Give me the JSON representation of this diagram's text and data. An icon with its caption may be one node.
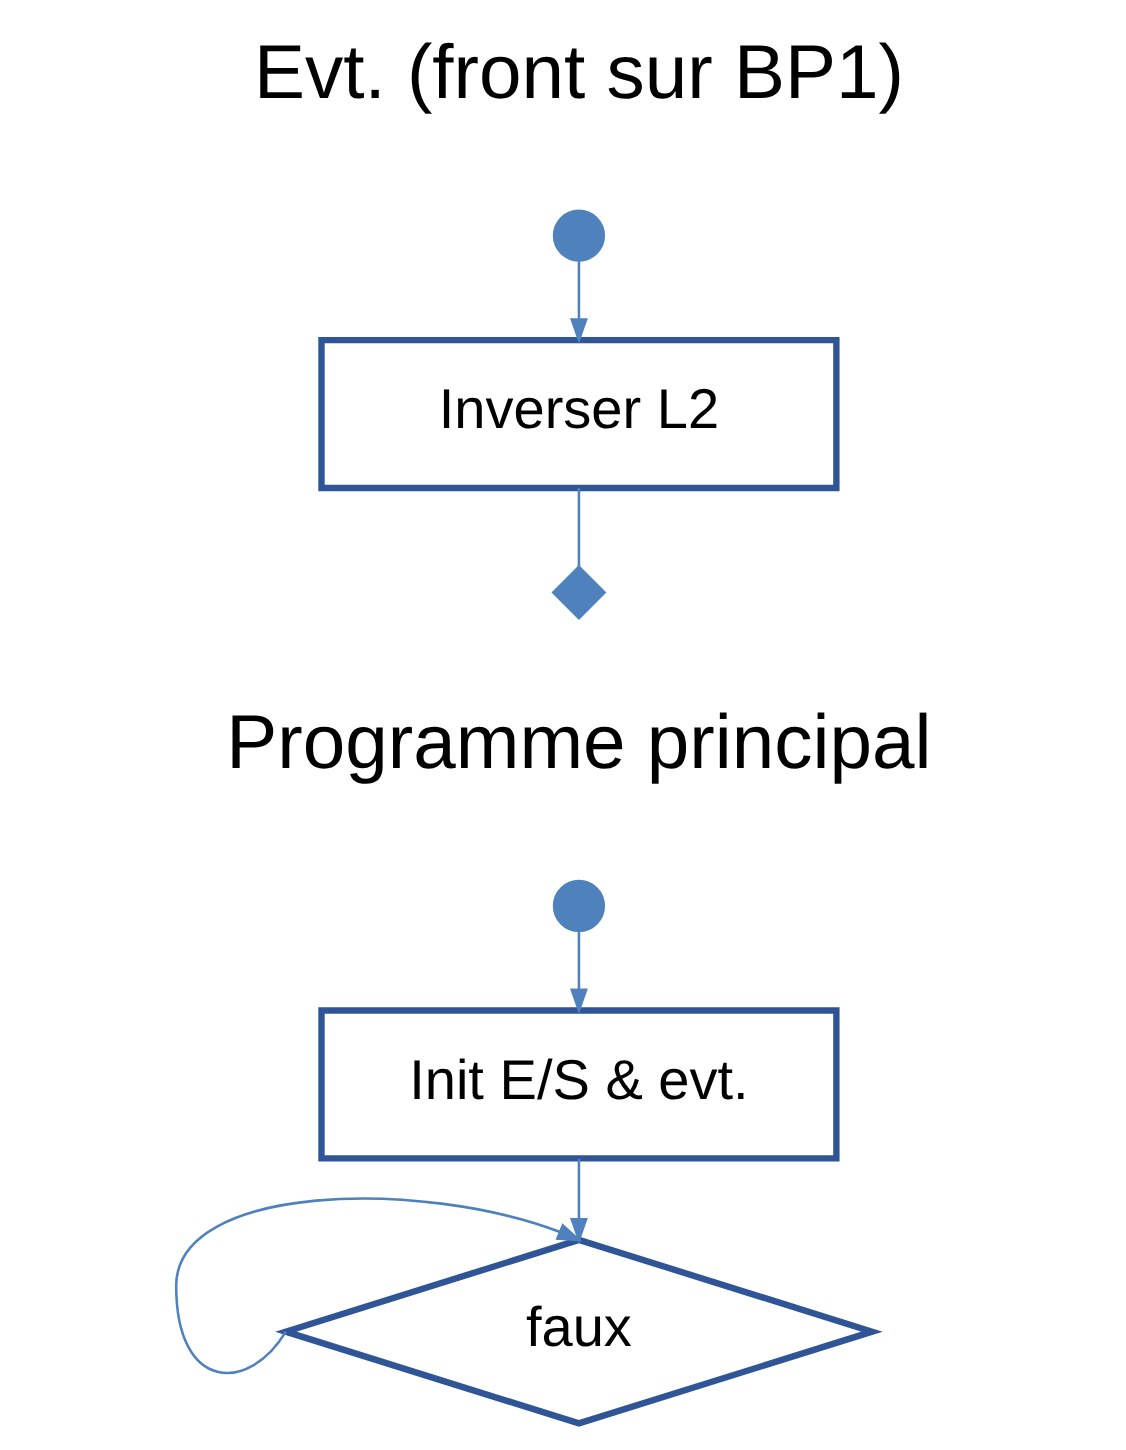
{
  "diagram": {
    "nodes": [
      {
        "text": [],
        "shape": "circle"
      },
      {
        "text": [
          "Inverser L2"
        ]
      },
      {
        "text": [],
        "shape": "diamond"
      },
      {
        "text": [],
        "shape": "circle"
      },
      {
        "text": [
          "Init E/S & evt."
        ]
      },
      {
        "text": [
          "faux"
        ]
      }
    ],
    "edges": [
      {
        "from": 0,
        "to": 1,
        "arrow": "to"
      },
      {
        "from": 1,
        "to": 2,
        "arrow": "none"
      },
      {
        "from": 3,
        "to": 4,
        "arrow": "to"
      },
      {
        "from": 4,
        "to": 5,
        "arrow": "to"
      },
      {
        "from": 5,
        "to": 5,
        "arrow": "to"
      }
    ],
    "labels": [
      "Evt. (front sur BP1)",
      "Programme principal"
    ]
  }
}
